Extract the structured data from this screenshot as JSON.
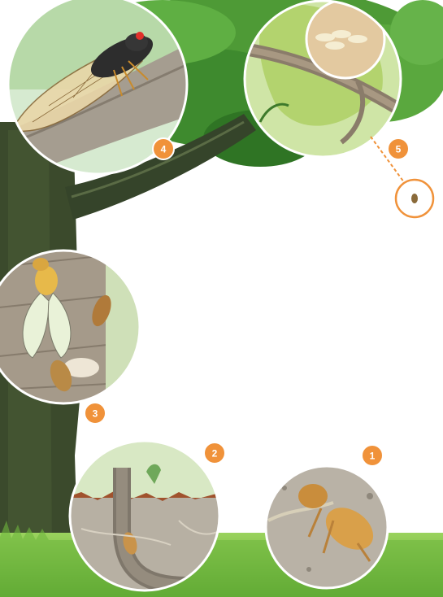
{
  "steps": [
    {
      "number": "1",
      "subject": "nymph-underground"
    },
    {
      "number": "2",
      "subject": "nymph-in-burrow"
    },
    {
      "number": "3",
      "subject": "molting-on-trunk"
    },
    {
      "number": "4",
      "subject": "adult-cicada-on-branch"
    },
    {
      "number": "5",
      "subject": "eggs-in-twig"
    }
  ],
  "colors": {
    "badge": "#f0923a",
    "badge_ring": "#ffffff",
    "leader_line": "#f0923a",
    "grass": "#7cc04a",
    "trunk": "#3d4a2e",
    "foliage": "#3e8a2e",
    "soil": "#b9b2a6"
  }
}
